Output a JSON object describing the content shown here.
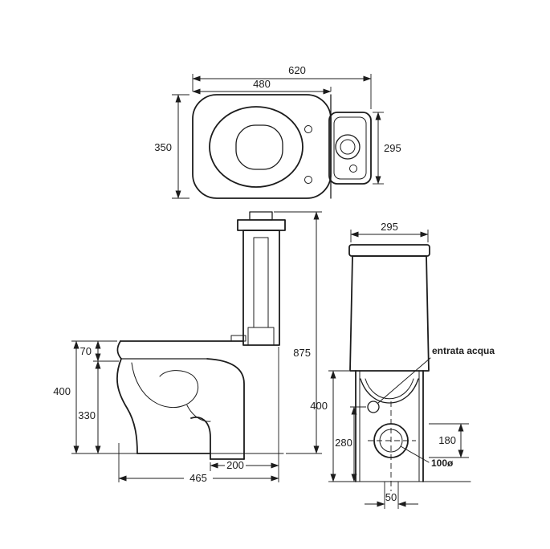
{
  "title": "WC with cistern - dimensional technical drawing",
  "colors": {
    "line": "#1c1c1c",
    "background": "#ffffff"
  },
  "labels": {
    "top_total_width": "620",
    "top_bowl_width": "480",
    "top_depth": "350",
    "top_cistern_width": "295",
    "side_rim_thickness": "70",
    "side_bowl_height": "400",
    "side_under_rim": "330",
    "side_total_height": "875",
    "side_outlet_offset": "200",
    "side_total_depth": "465",
    "front_width": "295",
    "front_water_inlet": "entrata acqua",
    "front_lower_height": "400",
    "front_inlet_height": "280",
    "front_outlet_height": "180",
    "front_outlet_diameter": "100ø",
    "front_bolt_spacing": "50"
  }
}
